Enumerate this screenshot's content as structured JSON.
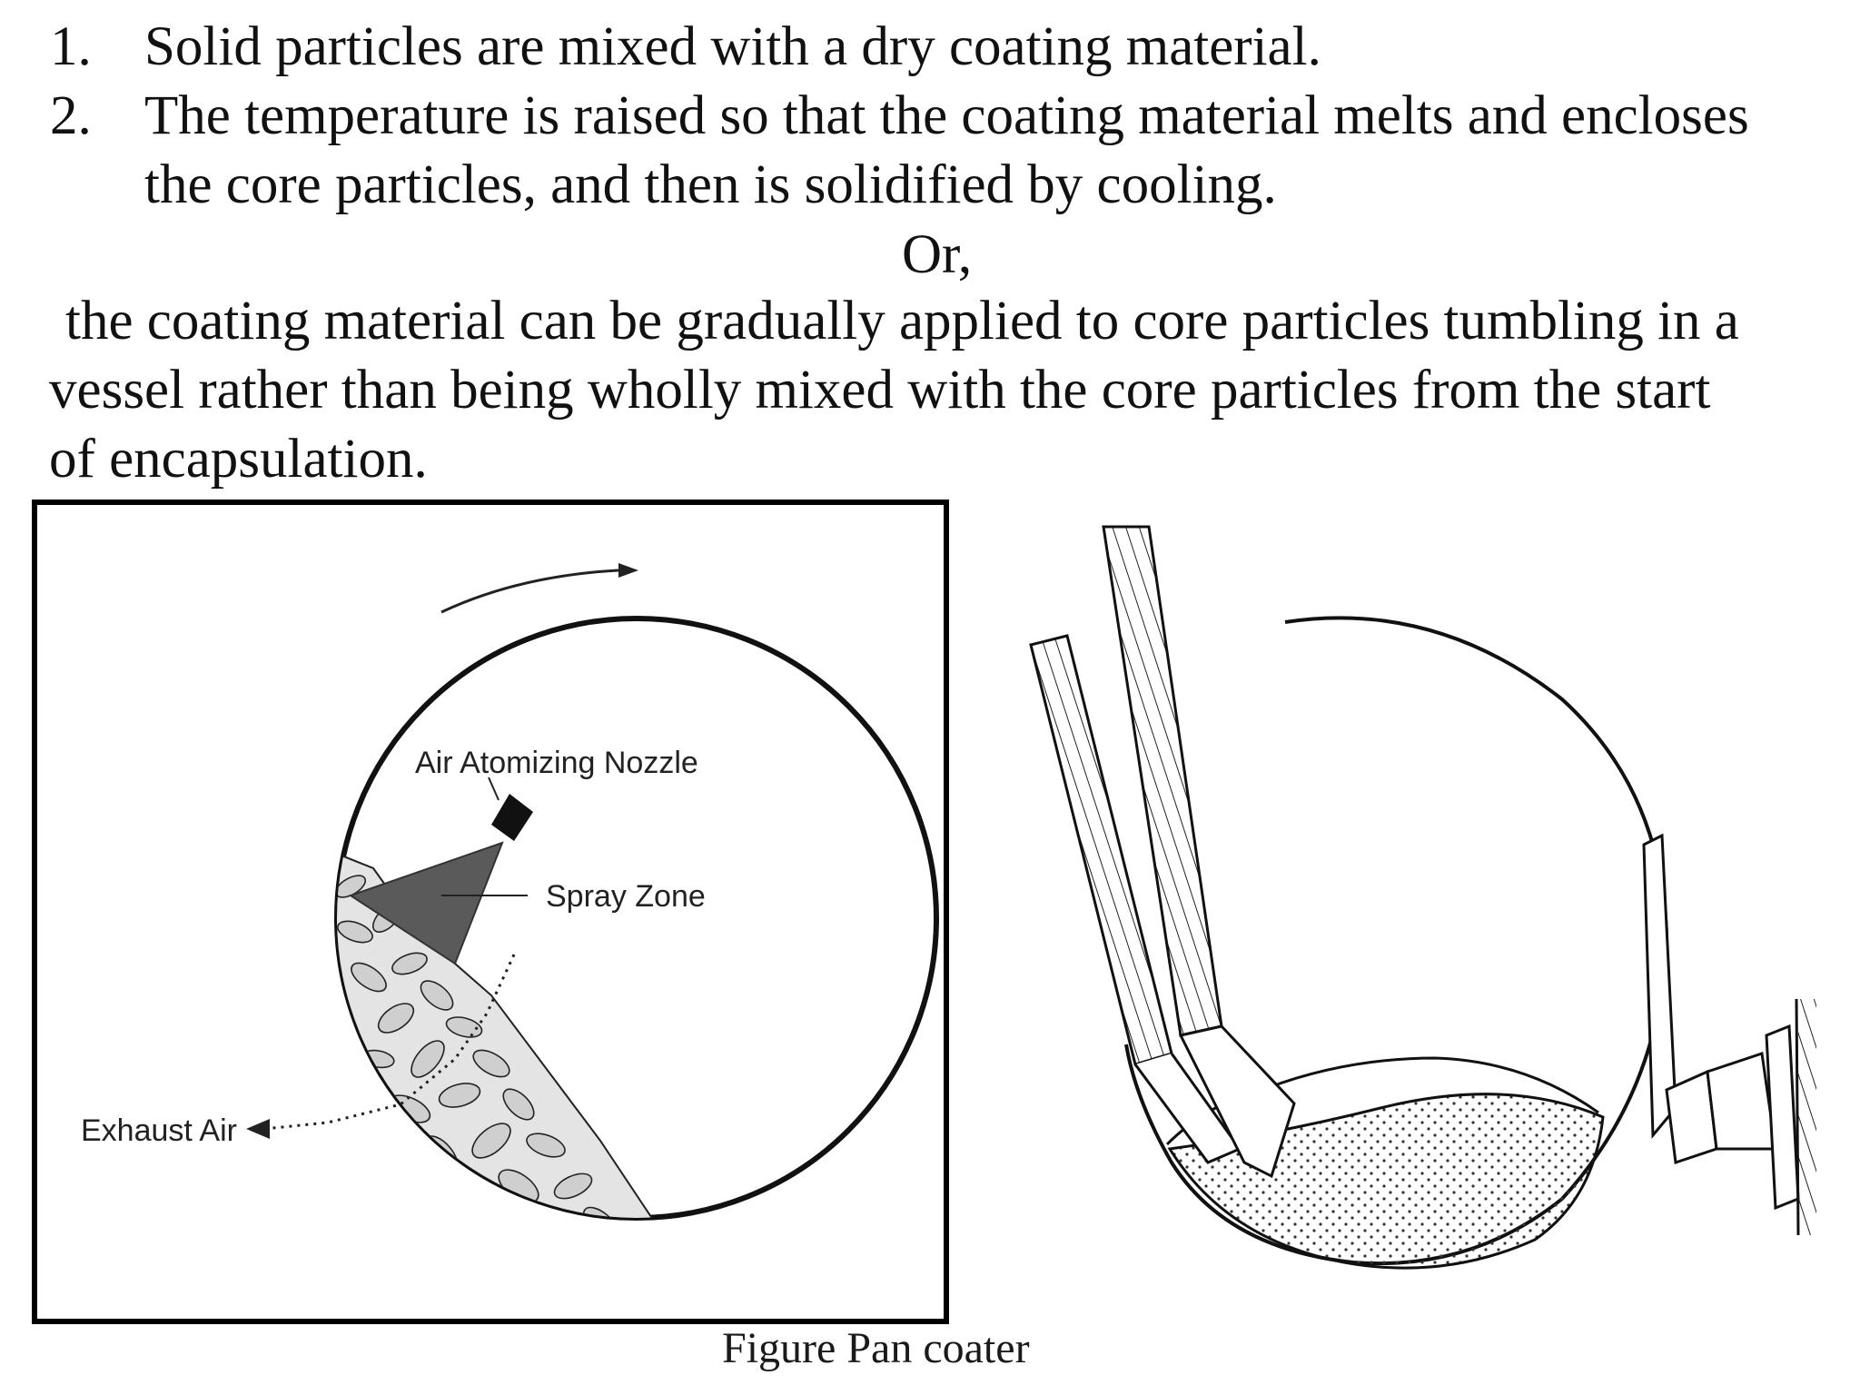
{
  "steps": [
    {
      "number": "1.",
      "text": "Solid particles are mixed with a dry coating material."
    },
    {
      "number": "2.",
      "text": "The temperature is raised so that the coating material melts and encloses",
      "continuation": "the core particles, and then is solidified by cooling."
    }
  ],
  "or_text": "Or,",
  "paragraph": {
    "line1": "the coating material can be gradually applied to core particles tumbling in a",
    "line2": "vessel rather than being wholly mixed with the core particles from the start",
    "line3": "of encapsulation."
  },
  "figure_left": {
    "nozzle_label": "Air Atomizing Nozzle",
    "spray_label": "Spray Zone",
    "exhaust_label": "Exhaust Air"
  },
  "caption": "Figure Pan coater"
}
